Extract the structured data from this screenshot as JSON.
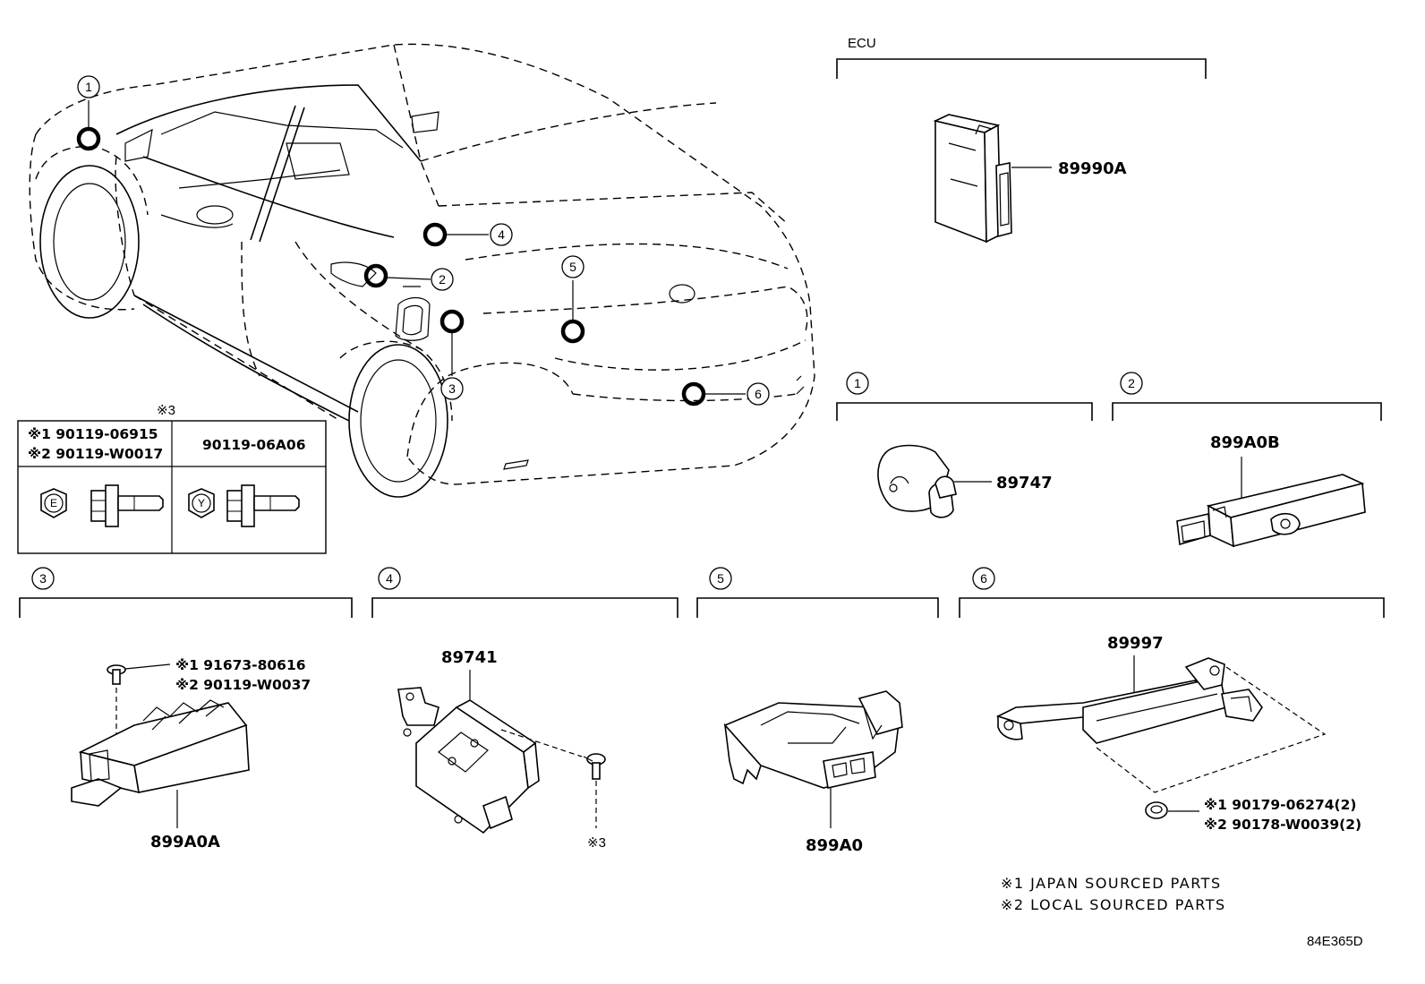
{
  "ecu": {
    "label": "ECU",
    "part_number": "89990A"
  },
  "locations": [
    {
      "number": "1"
    },
    {
      "number": "2"
    },
    {
      "number": "3"
    },
    {
      "number": "4"
    },
    {
      "number": "5"
    },
    {
      "number": "6"
    }
  ],
  "fastener_table": {
    "title": "※3",
    "col1_line1": "※1 90119-06915",
    "col1_line2": "※2 90119-W0017",
    "col2_header": "90119-06A06",
    "head_mark_1": "E",
    "head_mark_2": "Y"
  },
  "parts": {
    "p1": {
      "callout": "1",
      "part_number": "89747"
    },
    "p2": {
      "callout": "2",
      "part_number": "899A0B"
    },
    "p3": {
      "callout": "3",
      "part_number": "899A0A",
      "bolt_1": "※1 91673-80616",
      "bolt_2": "※2 90119-W0037"
    },
    "p4": {
      "callout": "4",
      "part_number": "89741",
      "bolt_ref": "※3"
    },
    "p5": {
      "callout": "5",
      "part_number": "899A0"
    },
    "p6": {
      "callout": "6",
      "part_number": "89997",
      "nut_1": "※1 90179-06274(2)",
      "nut_2": "※2 90178-W0039(2)"
    }
  },
  "notes": {
    "note_1": "※1 JAPAN SOURCED PARTS",
    "note_2": "※2 LOCAL SOURCED PARTS"
  },
  "illustration_code": "84E365D"
}
